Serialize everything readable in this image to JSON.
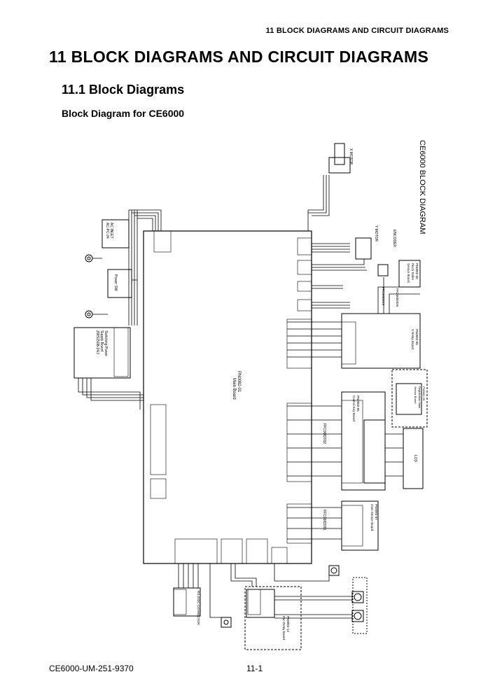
{
  "header": {
    "running_title": "11  BLOCK DIAGRAMS AND CIRCUIT DIAGRAMS",
    "chapter_title": "11 BLOCK DIAGRAMS AND CIRCUIT DIAGRAMS",
    "section_title": "11.1    Block Diagrams",
    "subsection_title": "Block Diagram for CE6000"
  },
  "diagram": {
    "title": "CE6000 BLOCK DIAGRAM",
    "main_board": [
      "PN0082-01",
      "Main Board"
    ],
    "power_supply": [
      "Switching Power",
      "Supply Board",
      "ZWS150B-24/J"
    ],
    "ac_inlet": [
      "AC INLET",
      "AC-PC-24"
    ],
    "power_sw": [
      "Power SW"
    ],
    "x_motor": "X MOTOR",
    "y_motor": "Y MOTOR",
    "encoder": "ENCODER",
    "pinch_roller": [
      "PN0082-06",
      "Pinch Roller",
      "Sensor Board"
    ],
    "y_relay": [
      "PN0082-05",
      "Y Relay Board"
    ],
    "registration": [
      "PN0082-09",
      "Registration Mark",
      "Sensor Board"
    ],
    "control_key": [
      "PN0082-06",
      "Control Key Board"
    ],
    "lcd": "LCD",
    "cam_sensor": [
      "PN0082-07",
      "Cam Sensor Board"
    ],
    "fan_relay": [
      "PN0082-13",
      "Fan Relay Board"
    ],
    "rs232c": "RS-232C CONNECTOR",
    "ffc_key": "FFC0682032",
    "ffc_cam": "FFC0682035",
    "ffc_y1": "FFC0682010",
    "ffc_y2": "FFC0682026"
  },
  "footer": {
    "doc_number": "CE6000-UM-251-9370",
    "page_number": "11-1"
  }
}
